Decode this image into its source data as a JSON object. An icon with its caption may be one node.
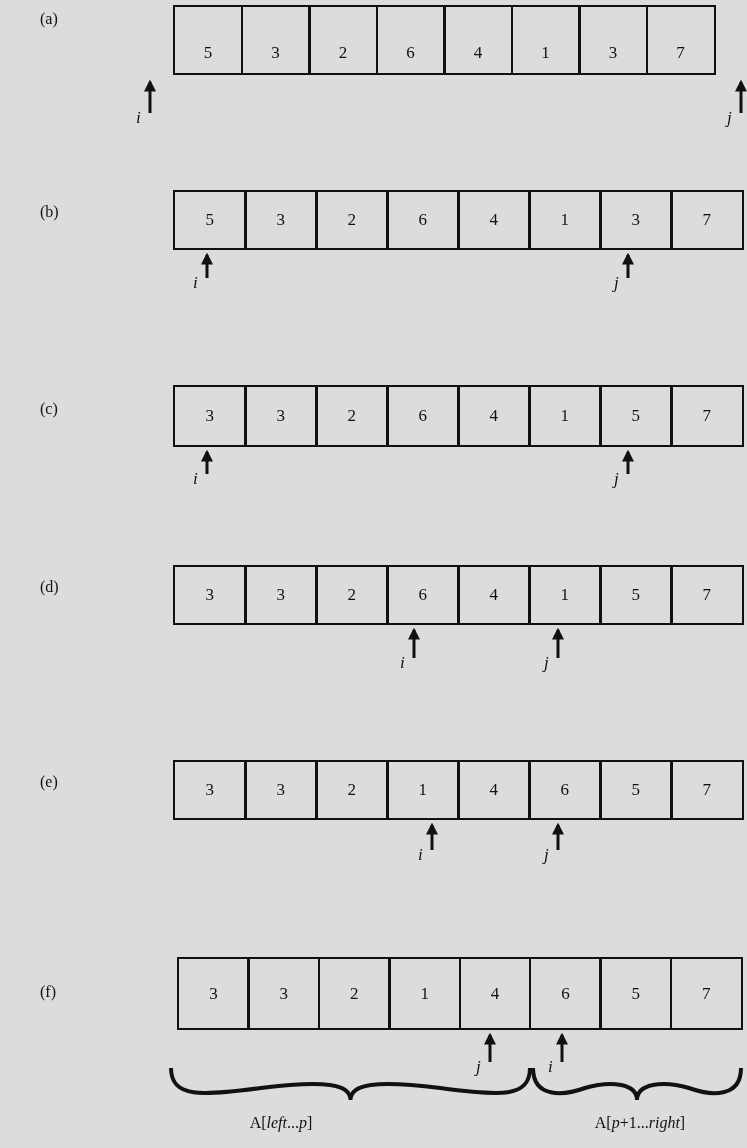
{
  "diagram": {
    "nodes": [
      {
        "text": [
          "5"
        ]
      },
      {
        "text": [
          "3"
        ]
      },
      {
        "text": [
          "2"
        ]
      },
      {
        "text": [
          "6"
        ]
      },
      {
        "text": [
          "4"
        ]
      },
      {
        "text": [
          "1"
        ]
      },
      {
        "text": [
          "3"
        ]
      },
      {
        "text": [
          "7"
        ]
      },
      {
        "text": [
          "i"
        ]
      },
      {
        "text": [
          "j"
        ]
      },
      {
        "text": [
          "5"
        ]
      },
      {
        "text": [
          "3"
        ]
      },
      {
        "text": [
          "2"
        ]
      },
      {
        "text": [
          "6"
        ]
      },
      {
        "text": [
          "4"
        ]
      },
      {
        "text": [
          "1"
        ]
      },
      {
        "text": [
          "3"
        ]
      },
      {
        "text": [
          "7"
        ]
      },
      {
        "text": [
          "i"
        ]
      },
      {
        "text": [
          "j"
        ]
      },
      {
        "text": [
          "3"
        ]
      },
      {
        "text": [
          "3"
        ]
      },
      {
        "text": [
          "2"
        ]
      },
      {
        "text": [
          "6"
        ]
      },
      {
        "text": [
          "4"
        ]
      },
      {
        "text": [
          "1"
        ]
      },
      {
        "text": [
          "5"
        ]
      },
      {
        "text": [
          "7"
        ]
      },
      {
        "text": [
          "i"
        ]
      },
      {
        "text": [
          "j"
        ]
      },
      {
        "text": [
          "3"
        ]
      },
      {
        "text": [
          "3"
        ]
      },
      {
        "text": [
          "2"
        ]
      },
      {
        "text": [
          "6"
        ]
      },
      {
        "text": [
          "4"
        ]
      },
      {
        "text": [
          "1"
        ]
      },
      {
        "text": [
          "5"
        ]
      },
      {
        "text": [
          "7"
        ]
      },
      {
        "text": [
          "i"
        ]
      },
      {
        "text": [
          "j"
        ]
      },
      {
        "text": [
          "3"
        ]
      },
      {
        "text": [
          "3"
        ]
      },
      {
        "text": [
          "2"
        ]
      },
      {
        "text": [
          "1"
        ]
      },
      {
        "text": [
          "4"
        ]
      },
      {
        "text": [
          "6"
        ]
      },
      {
        "text": [
          "5"
        ]
      },
      {
        "text": [
          "7"
        ]
      },
      {
        "text": [
          "i"
        ]
      },
      {
        "text": [
          "j"
        ]
      },
      {
        "text": [
          "3"
        ]
      },
      {
        "text": [
          "3"
        ]
      },
      {
        "text": [
          "2"
        ]
      },
      {
        "text": [
          "1"
        ]
      },
      {
        "text": [
          "4"
        ]
      },
      {
        "text": [
          "6"
        ]
      },
      {
        "text": [
          "5"
        ]
      },
      {
        "text": [
          "7"
        ]
      },
      {
        "text": [
          "j"
        ]
      },
      {
        "text": [
          "i"
        ]
      }
    ],
    "edges": [
      {
        "from": 8,
        "to": null,
        "arrow": "to"
      },
      {
        "from": 9,
        "to": null,
        "arrow": "to"
      },
      {
        "from": 18,
        "to": 10,
        "arrow": "to"
      },
      {
        "from": 19,
        "to": 16,
        "arrow": "to"
      },
      {
        "from": 28,
        "to": 20,
        "arrow": "to"
      },
      {
        "from": 29,
        "to": 26,
        "arrow": "to"
      },
      {
        "from": 38,
        "to": 33,
        "arrow": "to"
      },
      {
        "from": 39,
        "to": 35,
        "arrow": "to"
      },
      {
        "from": 48,
        "to": 43,
        "arrow": "to"
      },
      {
        "from": 49,
        "to": 45,
        "arrow": "to"
      },
      {
        "from": 58,
        "to": 54,
        "arrow": "to"
      },
      {
        "from": 59,
        "to": 55,
        "arrow": "to"
      }
    ],
    "labels": [
      "(a)",
      "(b)",
      "(c)",
      "(d)",
      "(e)",
      "(f)",
      "A[*left*...*p*]",
      "A[*p*+1...*right*]"
    ]
  }
}
